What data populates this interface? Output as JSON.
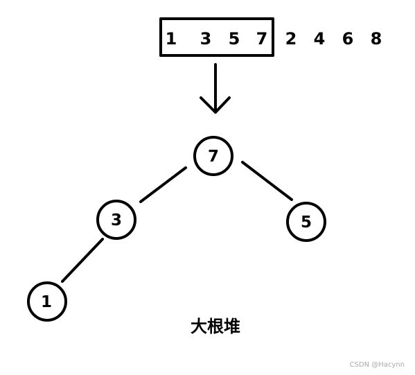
{
  "sequence": {
    "boxed": [
      "1",
      "3",
      "5",
      "7"
    ],
    "rest": [
      "2",
      "4",
      "6",
      "8"
    ]
  },
  "heap": {
    "root": "7",
    "left": "3",
    "right": "5",
    "left_left": "1"
  },
  "caption": "大根堆",
  "watermark": "CSDN @Hacynn"
}
